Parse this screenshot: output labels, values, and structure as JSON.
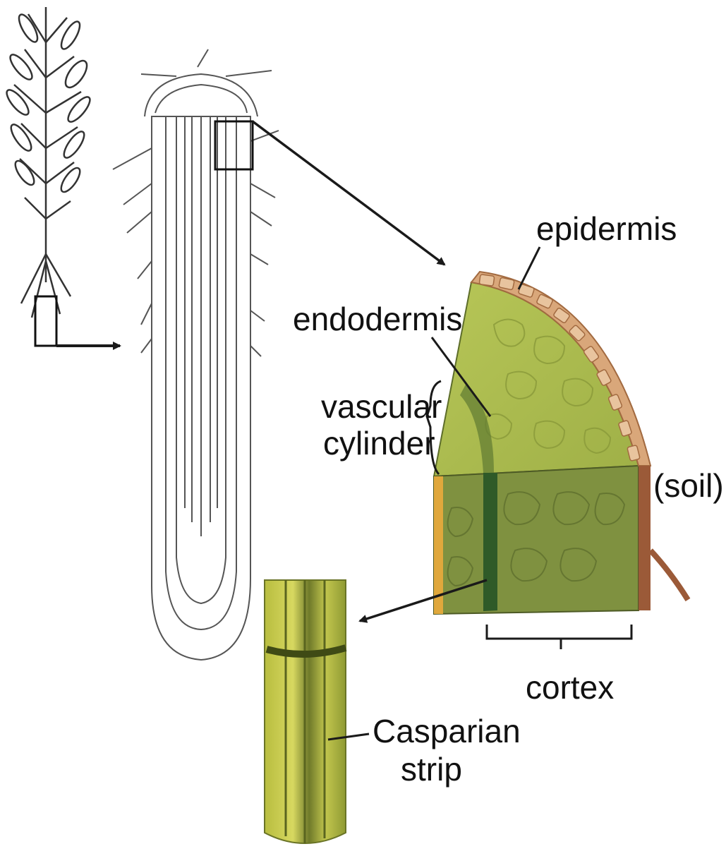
{
  "labels": {
    "epidermis": "epidermis",
    "endodermis": "endodermis",
    "vascular_line1": "vascular",
    "vascular_line2": "cylinder",
    "soil": "(soil)",
    "cortex": "cortex",
    "casparian_line1": "Casparian",
    "casparian_line2": "strip"
  },
  "colors": {
    "line": "#1a1a1a",
    "root_outline": "#555555",
    "epidermis_fill": "#d9a77a",
    "epidermis_cell": "#e8c49e",
    "cortex_top": "#a9b84c",
    "cortex_front": "#7f9140",
    "stele": "#2f5a28",
    "casparian_light": "#c9c94f",
    "casparian_dark": "#4f5a1e",
    "edge_orange": "#e0a83c",
    "soil_brown": "#9b5a38"
  }
}
